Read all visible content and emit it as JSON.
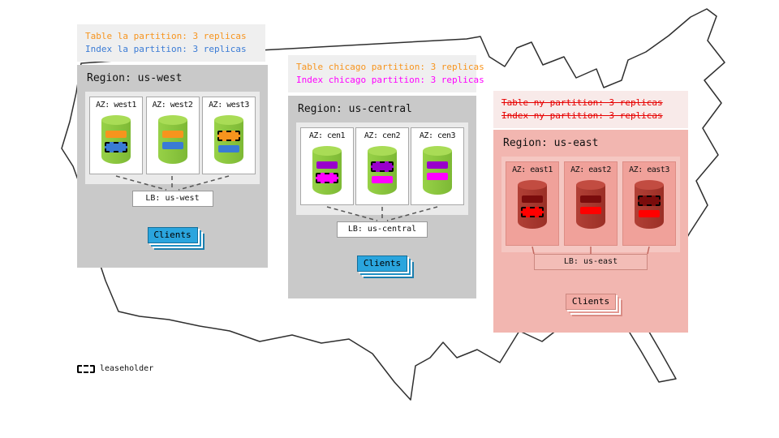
{
  "legend": {
    "label": "leaseholder"
  },
  "palette": {
    "region_gray": "#c9c9c9",
    "panel_gray": "#eaeaea",
    "caption_gray": "#efefef",
    "region_pink": "#f2b6b0",
    "panel_pink": "#f5c7c2",
    "az_pink": "#f0a19a",
    "clients_blue": "#2aa5de",
    "clients_pink": "#f2aca5",
    "db_green": "#8cc63e",
    "db_red": "#a93830",
    "table_la_orange": "#f7941d",
    "index_la_blue": "#3a7bd5",
    "table_chicago_purple": "#9900cc",
    "index_chicago_magenta": "#ff00ff",
    "ny_caption_red": "#e60000",
    "table_ny_maroon": "#7a0c0c",
    "index_ny_red": "#ff0000"
  },
  "regions": {
    "west": {
      "caption": [
        {
          "text": "Table la partition: 3 replicas"
        },
        {
          "text": "Index la partition: 3 replicas"
        }
      ],
      "title": "Region: us-west",
      "azs": [
        {
          "label": "AZ: west1",
          "bars": [
            {
              "color": "#f7941d",
              "lease": false
            },
            {
              "color": "#3a7bd5",
              "lease": true
            }
          ]
        },
        {
          "label": "AZ: west2",
          "bars": [
            {
              "color": "#f7941d",
              "lease": false
            },
            {
              "color": "#3a7bd5",
              "lease": false
            }
          ]
        },
        {
          "label": "AZ: west3",
          "bars": [
            {
              "color": "#f7941d",
              "lease": true
            },
            {
              "color": "#3a7bd5",
              "lease": false
            }
          ]
        }
      ],
      "lb_label": "LB: us-west",
      "clients_label": "Clients"
    },
    "central": {
      "caption": [
        {
          "text": "Table chicago partition: 3 replicas"
        },
        {
          "text": "Index chicago partition: 3 replicas"
        }
      ],
      "title": "Region: us-central",
      "azs": [
        {
          "label": "AZ: cen1",
          "bars": [
            {
              "color": "#9900cc",
              "lease": false
            },
            {
              "color": "#ff00ff",
              "lease": true
            }
          ]
        },
        {
          "label": "AZ: cen2",
          "bars": [
            {
              "color": "#9900cc",
              "lease": true
            },
            {
              "color": "#ff00ff",
              "lease": false
            }
          ]
        },
        {
          "label": "AZ: cen3",
          "bars": [
            {
              "color": "#9900cc",
              "lease": false
            },
            {
              "color": "#ff00ff",
              "lease": false
            }
          ]
        }
      ],
      "lb_label": "LB: us-central",
      "clients_label": "Clients"
    },
    "east": {
      "caption": [
        {
          "text": "Table ny partition: 3 replicas"
        },
        {
          "text": "Index ny partition: 3 replicas"
        }
      ],
      "title": "Region: us-east",
      "azs": [
        {
          "label": "AZ: east1",
          "bars": [
            {
              "color": "#7a0c0c",
              "lease": false
            },
            {
              "color": "#ff0000",
              "lease": true
            }
          ]
        },
        {
          "label": "AZ: east2",
          "bars": [
            {
              "color": "#7a0c0c",
              "lease": false
            },
            {
              "color": "#ff0000",
              "lease": false
            }
          ]
        },
        {
          "label": "AZ: east3",
          "bars": [
            {
              "color": "#7a0c0c",
              "lease": true
            },
            {
              "color": "#ff0000",
              "lease": false
            }
          ]
        }
      ],
      "lb_label": "LB: us-east",
      "clients_label": "Clients"
    }
  }
}
